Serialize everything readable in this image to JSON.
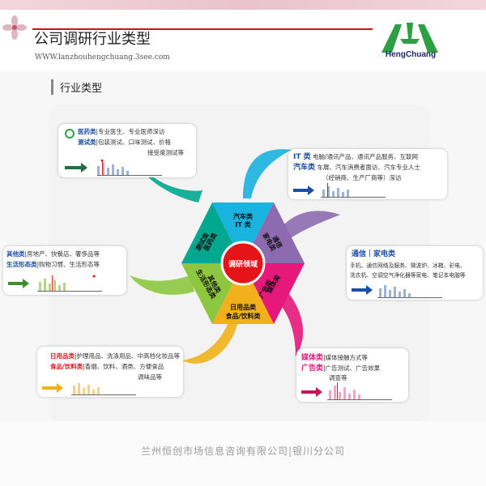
{
  "header": {
    "title": "公司调研行业类型",
    "url": "WWW.lanzhouhengchuang.3see.com",
    "logo_text": "HengChuang"
  },
  "section": {
    "title": "行业类型"
  },
  "center": {
    "label": "调研领域",
    "colors": {
      "center": "#e41418"
    }
  },
  "petals": [
    {
      "label_1": "汽车类",
      "label_2": "IT 类",
      "color": "#19b3e0"
    },
    {
      "label_1": "通信",
      "label_2": "家电类",
      "color": "#8e6bb0"
    },
    {
      "label_1": "媒体类",
      "label_2": "广告类",
      "color": "#e6187a"
    },
    {
      "label_1": "日用品类",
      "label_2": "食品/饮料类",
      "color": "#f2b11b"
    },
    {
      "label_1": "其他类",
      "label_2": "生活形态类",
      "color": "#8dc63f"
    },
    {
      "label_1": "医药类",
      "label_2": "测试类",
      "color": "#00a88f"
    }
  ],
  "boxes": {
    "medical": {
      "line1_cat": "医药类",
      "line1_text": "|专业医生、专业医师深访",
      "line2_cat": "测试类",
      "line2_text": "|包装测试、口味测试、价格",
      "line3_text": "接受度测试等"
    },
    "it": {
      "line1_cat": "IT  类",
      "line1_text": "电脑/通讯产品、通讯产品服务、互联网",
      "line2_cat": "汽车类",
      "line2_text": "车展、汽车消费者面访、汽车专业人士",
      "line3_text": "（经销商、生产厂商等）深访"
    },
    "telecom": {
      "line1_cat": "通信｜家电类",
      "line2_text": "手机、通信网络及服务、微波炉、冰箱、彩电、",
      "line3_text": "洗衣机、空调空气净化器等家电、笔记本电脑等"
    },
    "other": {
      "line1_cat": "其他类",
      "line1_text": "|房地产、快餐店、奢侈品等",
      "line2_cat": "生活形态类",
      "line2_text": "|购物习惯、生活形态等"
    },
    "daily": {
      "line1_cat": "日用品类",
      "line1_text": "|护理用品、洗涤用品、中高档化妆品等",
      "line2_cat": "食品/饮料类",
      "line2_text": "|香烟、饮料、酒类、方便食品",
      "line3_text": "调味品等"
    },
    "media": {
      "line1_cat": "媒体类",
      "line1_text": "|媒体接触方式等",
      "line2_cat": "广告类",
      "line2_text": "|广告测试、广告效果",
      "line3_text": "调查等"
    }
  },
  "footer": {
    "text": "兰州恒创市场信息咨询有限公司|银川分公司"
  }
}
